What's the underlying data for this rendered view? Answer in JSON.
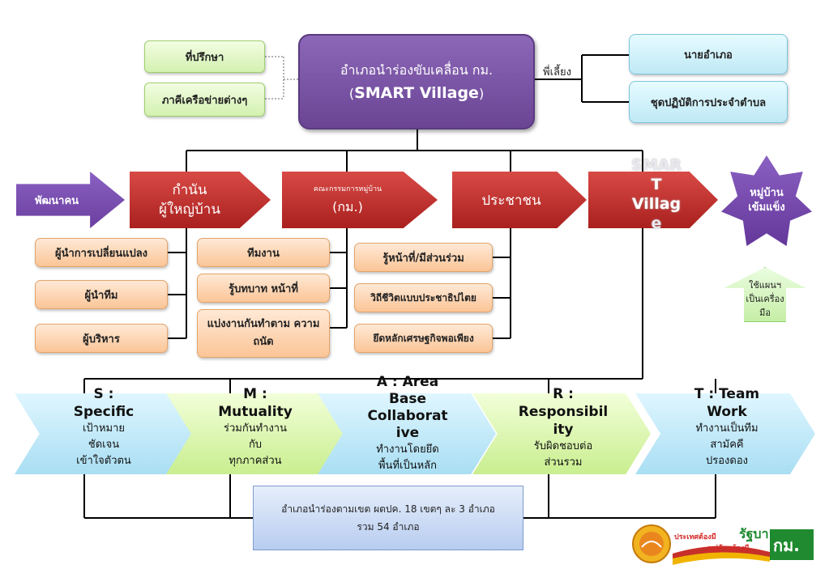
{
  "main": {
    "line1": "อำเภอนำร่องขับเคลื่อน กม.",
    "line2_open": "(",
    "line2_bold": "SMART Village",
    "line2_close": ")"
  },
  "advisors": [
    "ที่ปรึกษา",
    "ภาคีเครือข่ายต่างๆ"
  ],
  "mentor_label": "พี่เลี้ยง",
  "mentors": [
    "นายอำเภอ",
    "ชุดปฏิบัติการประจำตำบล"
  ],
  "left_arrow": "พัฒนาคน",
  "flow": [
    {
      "line1": "กำนัน",
      "line2": "ผู้ใหญ่บ้าน"
    },
    {
      "line1": "คณะกรรมการหมู่บ้าน",
      "line2": "(กม.)"
    },
    {
      "line1": "ประชาชน"
    },
    {
      "line1": "SMAR",
      "line2": "T",
      "line3": "Villag",
      "line4": "e"
    }
  ],
  "star": {
    "line1": "หมู่บ้าน",
    "line2": "เข้มแข็ง"
  },
  "up_arrow": {
    "line1": "ใช้แผนฯ",
    "line2": "เป็นเครื่อง",
    "line3": "มือ"
  },
  "leader_boxes": [
    "ผู้นำการเปลี่ยนแปลง",
    "ผู้นำทีม",
    "ผู้บริหาร"
  ],
  "committee_boxes": [
    "ทีมงาน",
    "รู้บทบาท หน้าที่",
    "แบ่งงานกันทำตาม ความถนัด"
  ],
  "people_boxes": [
    "รู้หน้าที่/มีส่วนร่วม",
    "วิถีชีวิตแบบประชาธิปไตย",
    "ยึดหลักเศรษฐกิจพอเพียง"
  ],
  "smart": [
    {
      "title": "S :\nSpecific",
      "sub": "เป้าหมาย\nชัดเจน\nเข้าใจตัวตน",
      "color": "#a9def3"
    },
    {
      "title": "M :\nMutuality",
      "sub": "ร่วมกันทำงาน\nกับ\nทุกภาคส่วน",
      "color": "#c9ee8f"
    },
    {
      "title": "A : Area\nBase\nCollaborat\nive",
      "sub": "ทำงานโดยยึด\nพื้นที่เป็นหลัก",
      "color": "#a9def3"
    },
    {
      "title": "R :\nResponsibil\nity",
      "sub": "รับผิดชอบต่อ\nส่วนรวม",
      "color": "#c9ee8f"
    },
    {
      "title": "T : Team\nWork",
      "sub": "ทำงานเป็นทีม\nสามัคคี\nปรองดอง",
      "color": "#a9def3"
    }
  ],
  "bottom_box": {
    "line1": "อำเภอนำร่องตามเขต ผตปค. 18 เขตๆ ละ 3 อำเภอ",
    "line2": "รวม 54 อำเภอ"
  },
  "logo": {
    "line1": "ประเทศต้องมี",
    "line2": "หมู่บ้านต้องมี",
    "big1": "รัฐบาล",
    "big2": "กม."
  },
  "colors": {
    "main_purple": "#6b4594",
    "red_arrow": "#b52826",
    "orange_box": "#fbc597",
    "green_box": "#d3f1b0",
    "blue_box": "#bfe9f6"
  }
}
